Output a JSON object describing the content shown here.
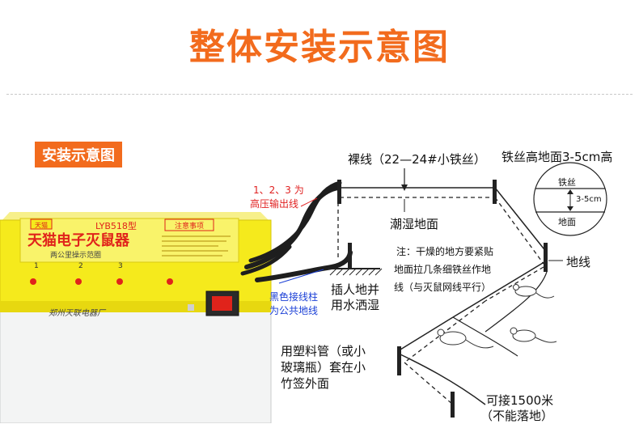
{
  "title": "整体安装示意图",
  "tag": "安装示意图",
  "device": {
    "model": "LYB518型",
    "brand_badge": "天猫",
    "notice_badge": "注意事项",
    "name": "天猫电子灭鼠器",
    "subtitle": "两公里操示范圈",
    "ports": [
      "1",
      "2",
      "3"
    ],
    "maker": "郑州天联电器厂"
  },
  "labels": {
    "bare_wire": "裸线（22—24#小铁丝）",
    "wire_height": "铁丝高地面3-5cm高",
    "high_voltage": [
      "1、2、3 为",
      "高压输出线"
    ],
    "wet_ground": "潮湿地面",
    "note": [
      "注：干燥的地方要紧贴",
      "地面拉几条细铁丝作地",
      "线（与灭鼠网线平行）"
    ],
    "ground_wire": "地线",
    "black_post": [
      "黑色接线柱",
      "为公共地线"
    ],
    "insert_ground": [
      "插人地并",
      "用水洒湿"
    ],
    "pipe": [
      "用塑料管（或小",
      "玻璃瓶）套在小",
      "竹签外面"
    ],
    "distance": [
      "可接1500米",
      "（不能落地）"
    ]
  },
  "inset": {
    "top_label": "铁丝",
    "height_label": "3-5cm",
    "bottom_label": "地面"
  },
  "colors": {
    "accent": "#f26b1d",
    "device_yellow": "#f5ea1c",
    "device_red": "#e0231b",
    "high_voltage_text": "#e02020",
    "ground_text": "#1a3fd6"
  }
}
